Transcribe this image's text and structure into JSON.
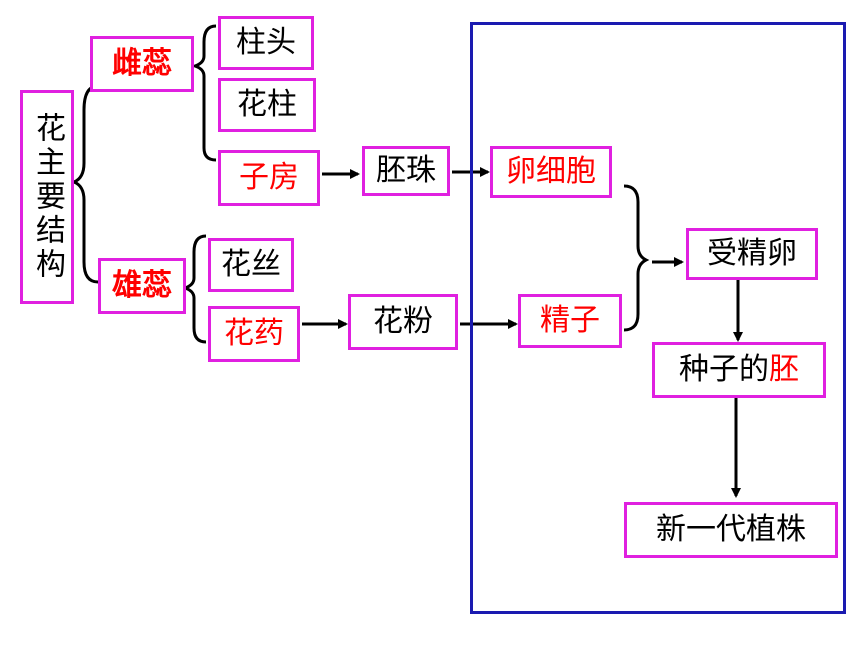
{
  "diagram": {
    "root": "花主要结构",
    "pistil": "雌蕊",
    "stigma": "柱头",
    "style": "花柱",
    "ovary": "子房",
    "ovule": "胚珠",
    "egg_cell": "卵细胞",
    "stamen": "雄蕊",
    "filament": "花丝",
    "anther": "花药",
    "pollen": "花粉",
    "sperm": "精子",
    "zygote": "受精卵",
    "embryo_prefix": "种子的",
    "embryo": "胚",
    "new_plant": "新一代植株"
  },
  "colors": {
    "box_border": "#e020e0",
    "frame_border": "#1a1ab0",
    "highlight_text": "#ff0000",
    "normal_text": "#000000"
  }
}
